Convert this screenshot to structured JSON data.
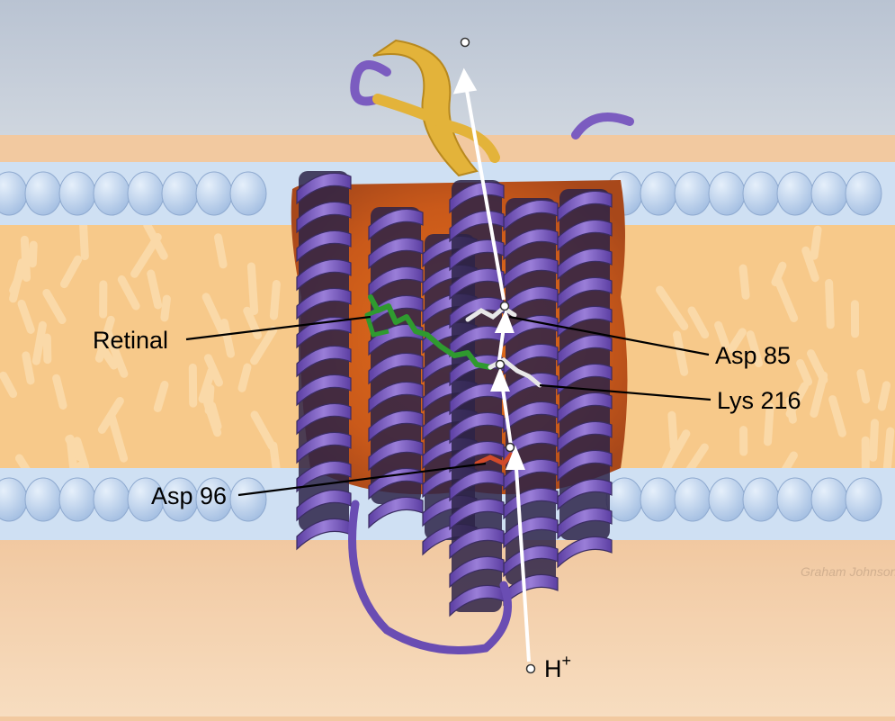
{
  "labels": {
    "retinal": "Retinal",
    "asp85": "Asp 85",
    "lys216": "Lys 216",
    "asp96": "Asp 96",
    "proton": "H",
    "proton_superscript": "+"
  },
  "signature": "Graham Johnson",
  "colors": {
    "helix": "#7b5cc0",
    "helix_dark": "#3b2d62",
    "sheet": "#e3b33a",
    "retinal": "#2f9a2f",
    "lipid_head": "#bcd3ef",
    "lipid_tail": "#f7c98a",
    "pore": "#d9691c",
    "arrow": "#ffffff"
  },
  "icons": [
    "proton-path-arrow",
    "residue-marker"
  ]
}
